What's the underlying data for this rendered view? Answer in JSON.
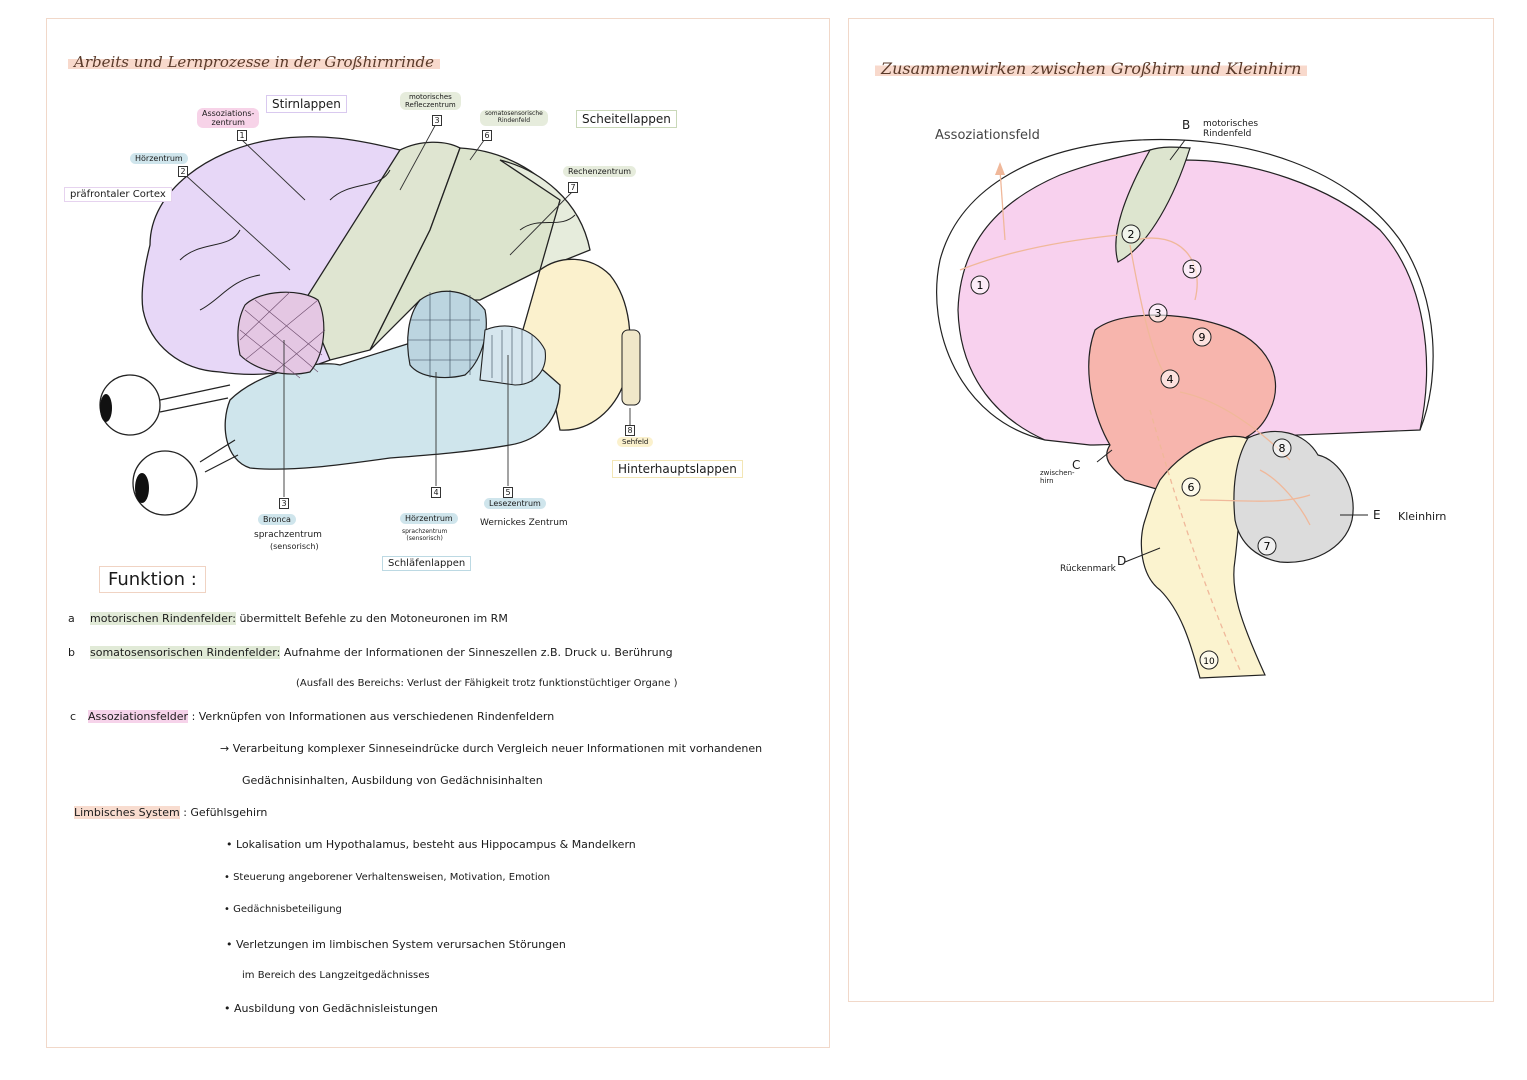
{
  "left": {
    "title": "Arbeits und Lernprozesse in der Großhirnrinde",
    "lobes": {
      "stirn": "Stirnlappen",
      "scheitel": "Scheitellappen",
      "hinterhaupt": "Hinterhauptslappen",
      "schlaefen": "Schläfenlappen"
    },
    "areas": {
      "assoziation": "Assoziations-\nzentrum",
      "assoziation_num": "1",
      "hoer_top": "Hörzentrum",
      "hoer_top_num": "2",
      "praefrontal": "präfrontaler Cortex",
      "motorisch": "motorisches\nRefleczentrum",
      "motorisch_num": "3",
      "somato": "somatosensorische\nRindenfeld",
      "somato_num": "6",
      "rechen": "Rechenzentrum",
      "rechen_num": "7",
      "sehfeld": "Sehfeld",
      "sehfeld_num": "8",
      "broca_num": "3",
      "broca": "Bronca",
      "broca_sub": "sprachzentrum",
      "broca_sub2": "(sensorisch)",
      "hoer_bottom_num": "4",
      "hoer_bottom": "Hörzentrum",
      "hoer_bottom_sub": "sprachzentrum\n(sensorisch)",
      "lese_num": "5",
      "lese": "Lesezentrum",
      "wernicke": "Wernickes Zentrum"
    },
    "function_title": "Funktion :",
    "functions": {
      "a_letter": "a",
      "a_key": "motorischen Rindenfelder:",
      "a_text": "übermittelt Befehle zu den Motoneuronen im RM",
      "b_letter": "b",
      "b_key": "somatosensorischen Rindenfelder:",
      "b_text": "Aufnahme der Informationen der Sinneszellen z.B. Druck u. Berührung",
      "b_text2": "(Ausfall des Bereichs: Verlust der Fähigkeit trotz funktionstüchtiger Organe )",
      "c_letter": "c",
      "c_key": "Assoziationsfelder",
      "c_text": ": Verknüpfen von Informationen aus verschiedenen Rindenfeldern",
      "c_text2": "→ Verarbeitung komplexer Sinneseindrücke durch Vergleich neuer Informationen mit vorhandenen",
      "c_text3": "Gedächnisinhalten, Ausbildung von Gedächnisinhalten",
      "limbic_key": "Limbisches System",
      "limbic_text": ": Gefühlsgehirn",
      "bullet1": "• Lokalisation um Hypothalamus, besteht aus Hippocampus & Mandelkern",
      "bullet2": "• Steuerung angeborener Verhaltensweisen, Motivation, Emotion",
      "bullet3": "• Gedächnisbeteiligung",
      "bullet4": "• Verletzungen im limbischen System verursachen Störungen",
      "bullet4b": "im Bereich des Langzeitgedächnisses",
      "bullet5": "• Ausbildung von Gedächnisleistungen"
    }
  },
  "right": {
    "title": "Zusammenwirken zwischen Großhirn und Kleinhirn",
    "assoziationsfeld": "Assoziationsfeld",
    "b_letter": "B",
    "b_label": "motorisches\nRindenfeld",
    "c_letter": "C",
    "c_label": "zwischen-\nhirn",
    "d_letter": "D",
    "d_label": "Rückenmark",
    "e_letter": "E",
    "e_label": "Kleinhirn",
    "circles": [
      "1",
      "2",
      "3",
      "4",
      "5",
      "6",
      "7",
      "8",
      "9",
      "10"
    ]
  },
  "colors": {
    "pink": "#f8d1ee",
    "salmon": "#f7b5ad",
    "cream": "#fbf3cf",
    "grey": "#dcdcdc",
    "sage": "#dde5cf",
    "lavender": "#e7d7f7",
    "blue": "#cfe5ec",
    "peach": "#f0b89a"
  }
}
